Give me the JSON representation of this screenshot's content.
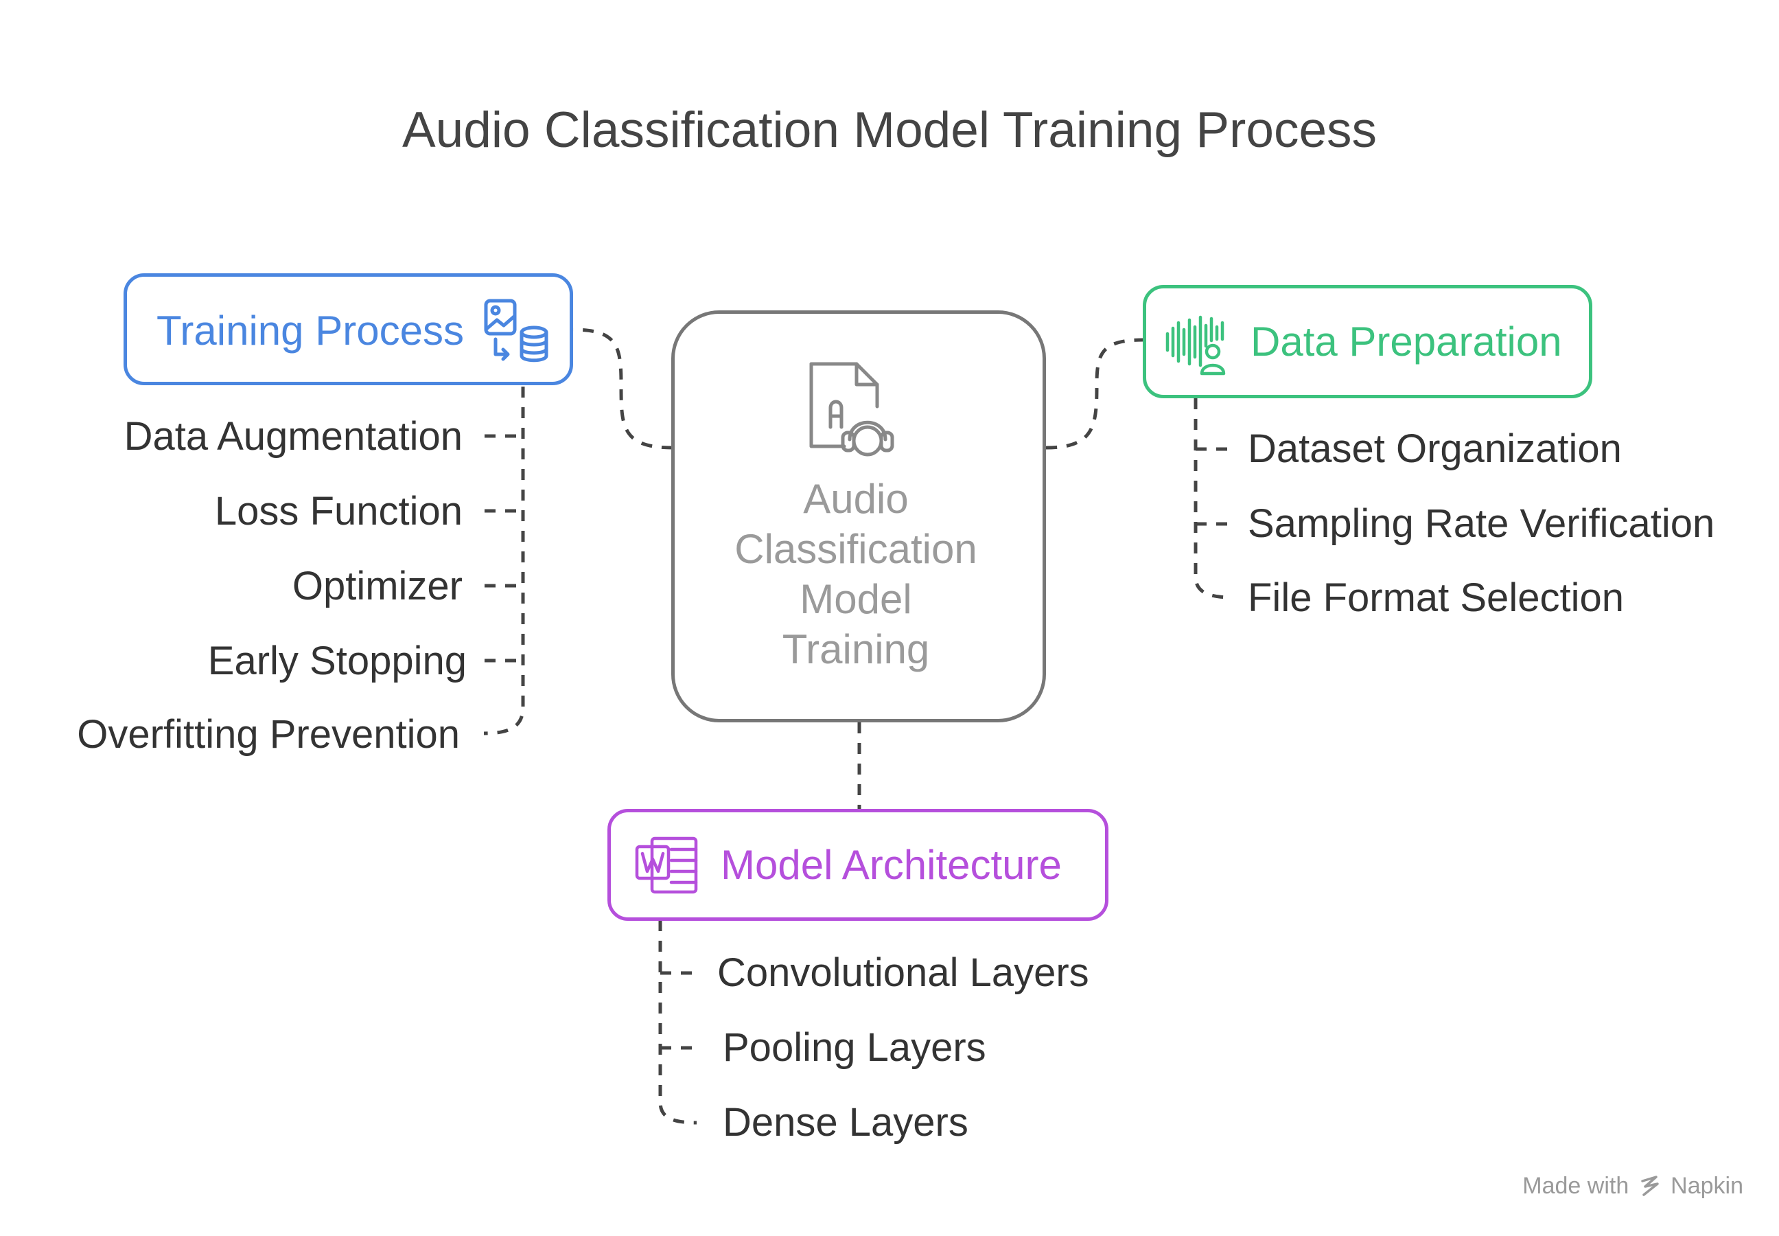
{
  "title": "Audio Classification Model Training Process",
  "center": {
    "lines": [
      "Audio",
      "Classification",
      "Model",
      "Training"
    ],
    "icon": "audio-document-headphones-icon",
    "color": "#777777"
  },
  "training_process": {
    "label": "Training Process",
    "icon": "image-to-database-icon",
    "color": "#4a86e0",
    "items": [
      "Data Augmentation",
      "Loss Function",
      "Optimizer",
      "Early Stopping",
      "Overfitting Prevention"
    ]
  },
  "data_preparation": {
    "label": "Data Preparation",
    "icon": "soundwave-user-icon",
    "color": "#3cc27e",
    "items": [
      "Dataset Organization",
      "Sampling Rate Verification",
      "File Format Selection"
    ]
  },
  "model_architecture": {
    "label": "Model Architecture",
    "icon": "word-document-icon",
    "color": "#b54fdc",
    "items": [
      "Convolutional Layers",
      "Pooling Layers",
      "Dense Layers"
    ]
  },
  "footer": {
    "made_with": "Made with",
    "brand": "Napkin",
    "icon": "napkin-logo-icon"
  }
}
